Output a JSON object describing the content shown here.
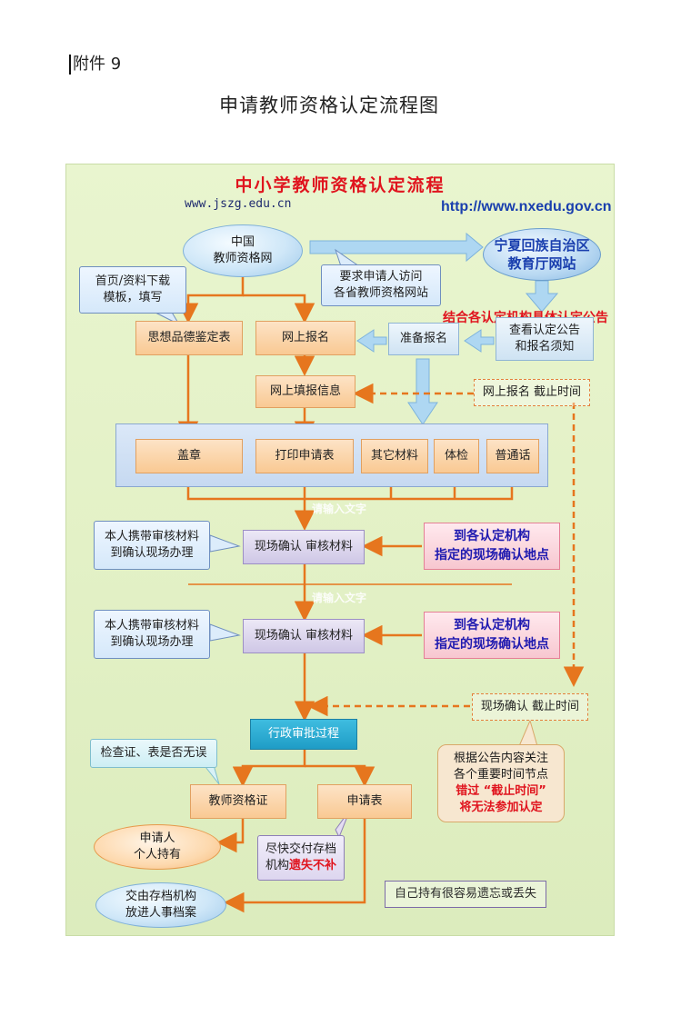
{
  "header": {
    "attachment": "附件 9",
    "title": "申请教师资格认定流程图"
  },
  "diagram": {
    "title": "中小学教师资格认定流程",
    "url_left": "www.jszg.edu.cn",
    "url_right": "http://www.nxedu.gov.cn",
    "red_notice": "结合各认定机构具体认定公告",
    "ellipses": {
      "china": "中国\n教师资格网",
      "ningxia": "宁夏回族自治区\n教育厅网站",
      "applicant": "申请人\n个人持有",
      "archive": "交由存档机构\n放进人事档案"
    },
    "callouts": {
      "visit": "要求申请人访问\n各省教师资格网站",
      "download": "首页/资料下载\n模板，填写",
      "carry_1": "本人携带审核材料\n到确认现场办理",
      "carry_2": "本人携带审核材料\n到确认现场办理",
      "check": "检查证、表是否无误",
      "archive_note_prefix": "尽快交付存档\n机构",
      "archive_note_warn": "遗失不补"
    },
    "boxes": {
      "moral": "思想品德鉴定表",
      "online": "网上报名",
      "prepare": "准备报名",
      "announce": "查看认定公告\n和报名须知",
      "fill_info": "网上填报信息",
      "online_deadline": "网上报名 截止时间",
      "stamp": "盖章",
      "print": "打印申请表",
      "other": "其它材料",
      "health": "体检",
      "mandarin": "普通话",
      "confirm_1": "现场确认  审核材料",
      "confirm_2": "现场确认  审核材料",
      "site_1": "到各认定机构\n指定的现场确认地点",
      "site_2": "到各认定机构\n指定的现场确认地点",
      "confirm_deadline": "现场确认 截止时间",
      "admin": "行政审批过程",
      "certificate": "教师资格证",
      "application_form": "申请表",
      "self_keep": "自己持有很容易遗忘或丢失"
    },
    "deadline_note": {
      "line1": "根据公告内容关注\n各个重要时间节点",
      "line2_warn": "错过 “截止时间”\n将无法参加认定"
    },
    "ghost_text_1": "请输入文字",
    "ghost_text_2": "请输入文字"
  },
  "colors": {
    "arrow_orange": "#e6761e",
    "arrow_blue": "#8fc0e6",
    "title_red": "#e0141e",
    "link_blue": "#1a3fae",
    "diagram_bg": "#e5f2c8"
  }
}
